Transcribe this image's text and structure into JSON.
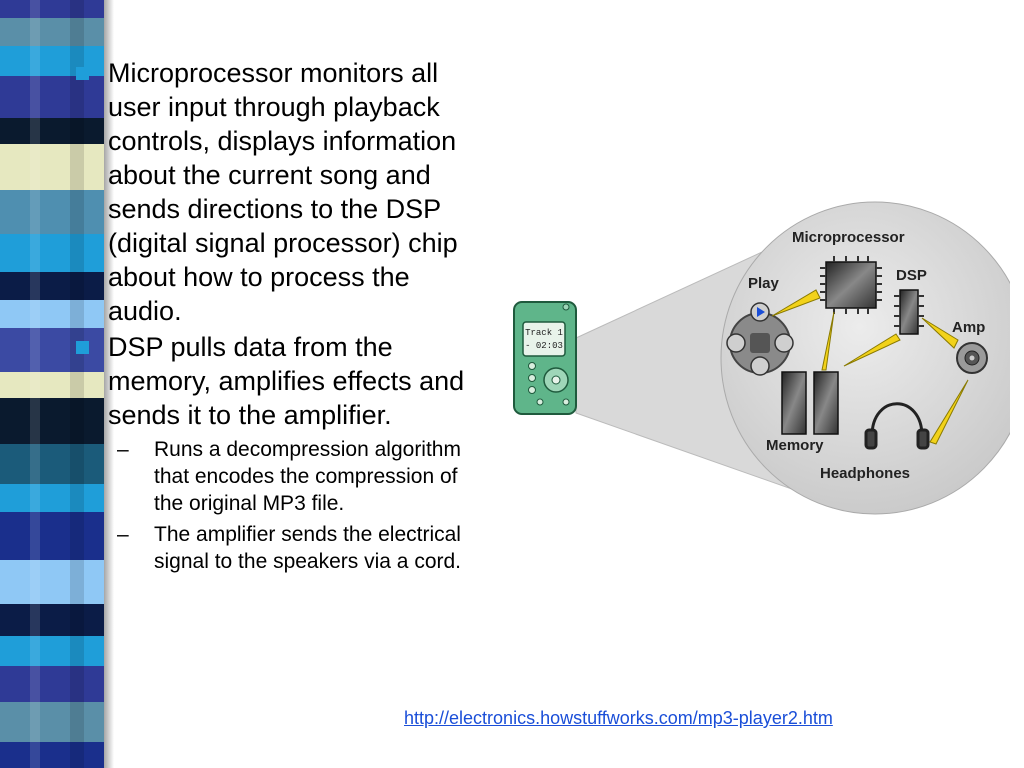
{
  "colors": {
    "bullet": "#1f9ed9",
    "link": "#1a4ed8",
    "stripe": [
      "#2f3a96",
      "#1f9ed9",
      "#0a1a2e",
      "#e6e8c0",
      "#4f8fb0",
      "#8fc8f5",
      "#1b5b7a",
      "#1a2f8c",
      "#5a8fa8",
      "#3b4aa3",
      "#0b1c47"
    ]
  },
  "bullets": [
    {
      "text": "Microprocessor monitors all user input through playback controls, displays information about the current song and sends directions to the DSP (digital signal processor) chip about how to process the audio."
    },
    {
      "text": "DSP pulls data from the memory, amplifies effects and sends it to the amplifier."
    }
  ],
  "sub_bullets": [
    {
      "dash": "–",
      "text": "Runs a decompression algorithm that encodes the compression of the original MP3 file."
    },
    {
      "dash": "–",
      "text": "The amplifier sends the electrical signal to the speakers via a cord."
    }
  ],
  "source_link": "http://electronics.howstuffworks.com/mp3-player2.htm",
  "diagram": {
    "labels": {
      "microprocessor": "Microprocessor",
      "play": "Play",
      "dsp": "DSP",
      "amp": "Amp",
      "memory": "Memory",
      "headphones": "Headphones"
    },
    "player_screen": {
      "line1": "Track 1",
      "line2": "- 02:03"
    }
  }
}
